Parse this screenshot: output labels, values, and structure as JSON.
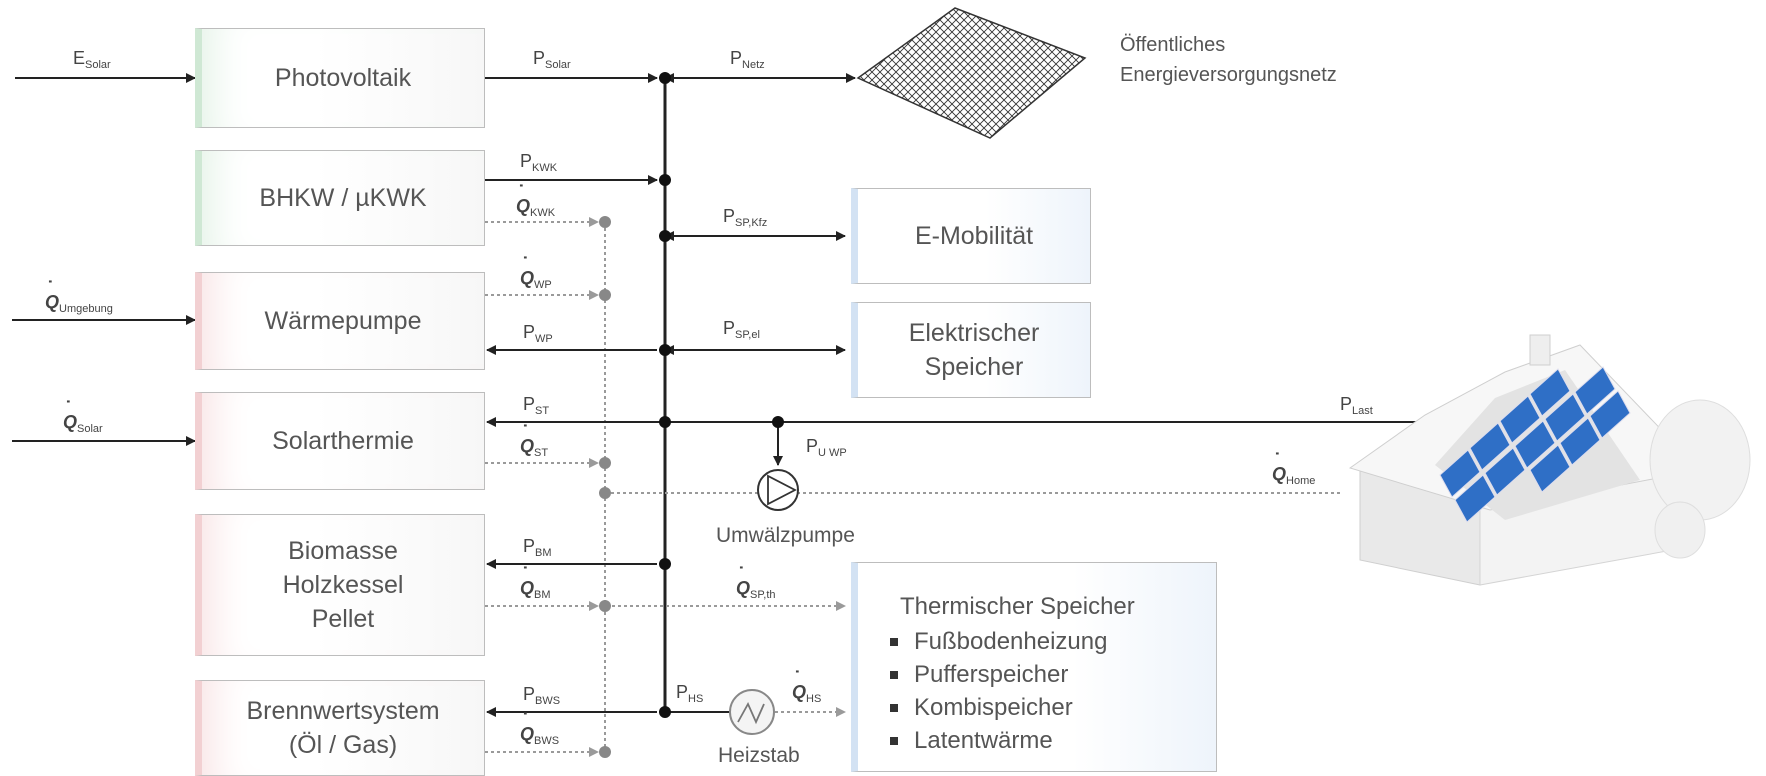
{
  "sources": {
    "photovoltaik": "Photovoltaik",
    "bhkw": "BHKW / µKWK",
    "waermepumpe": "Wärmepumpe",
    "solarthermie": "Solarthermie",
    "biomasse": [
      "Biomasse",
      "Holzkessel",
      "Pellet"
    ],
    "brennwert": [
      "Brennwertsystem",
      "(Öl / Gas)"
    ]
  },
  "sinks": {
    "emobilitaet": "E-Mobilität",
    "el_speicher": [
      "Elektrischer",
      "Speicher"
    ],
    "th_speicher_title": "Thermischer Speicher",
    "th_speicher_items": [
      "Fußbodenheizung",
      "Pufferspeicher",
      "Kombispeicher",
      "Latentwärme"
    ]
  },
  "grid": [
    "Öffentliches",
    "Energieversorgungsnetz"
  ],
  "components": {
    "pump": "Umwälzpumpe",
    "heater": "Heizstab"
  },
  "labels": {
    "e_solar": {
      "main": "E",
      "sub": "Solar"
    },
    "p_solar": {
      "main": "P",
      "sub": "Solar"
    },
    "p_netz": {
      "main": "P",
      "sub": "Netz"
    },
    "p_kwk": {
      "main": "P",
      "sub": "KWK"
    },
    "q_kwk": {
      "main": "Q",
      "sub": "KWK"
    },
    "p_sp_kfz": {
      "main": "P",
      "sub": "SP,Kfz"
    },
    "q_wp": {
      "main": "Q",
      "sub": "WP"
    },
    "q_umgebung": {
      "main": "Q",
      "sub": "Umgebung"
    },
    "p_wp": {
      "main": "P",
      "sub": "WP"
    },
    "p_sp_el": {
      "main": "P",
      "sub": "SP,el"
    },
    "q_solar": {
      "main": "Q",
      "sub": "Solar"
    },
    "p_st": {
      "main": "P",
      "sub": "ST"
    },
    "q_st": {
      "main": "Q",
      "sub": "ST"
    },
    "p_uwp": {
      "main": "P",
      "sub": "U WP"
    },
    "p_last": {
      "main": "P",
      "sub": "Last"
    },
    "q_home": {
      "main": "Q",
      "sub": "Home"
    },
    "p_bm": {
      "main": "P",
      "sub": "BM"
    },
    "q_bm": {
      "main": "Q",
      "sub": "BM"
    },
    "q_sp_th": {
      "main": "Q",
      "sub": "SP,th"
    },
    "p_hs": {
      "main": "P",
      "sub": "HS"
    },
    "q_hs": {
      "main": "Q",
      "sub": "HS"
    },
    "p_bws": {
      "main": "P",
      "sub": "BWS"
    },
    "q_bws": {
      "main": "Q",
      "sub": "BWS"
    }
  },
  "colors": {
    "line": "#222222",
    "dotted": "#9a9a9a",
    "solar_panel": "#2f6fc6",
    "green_tint": "#cfe8d4",
    "red_tint": "#f2d0d2",
    "blue_tint": "#d3e2f3"
  }
}
